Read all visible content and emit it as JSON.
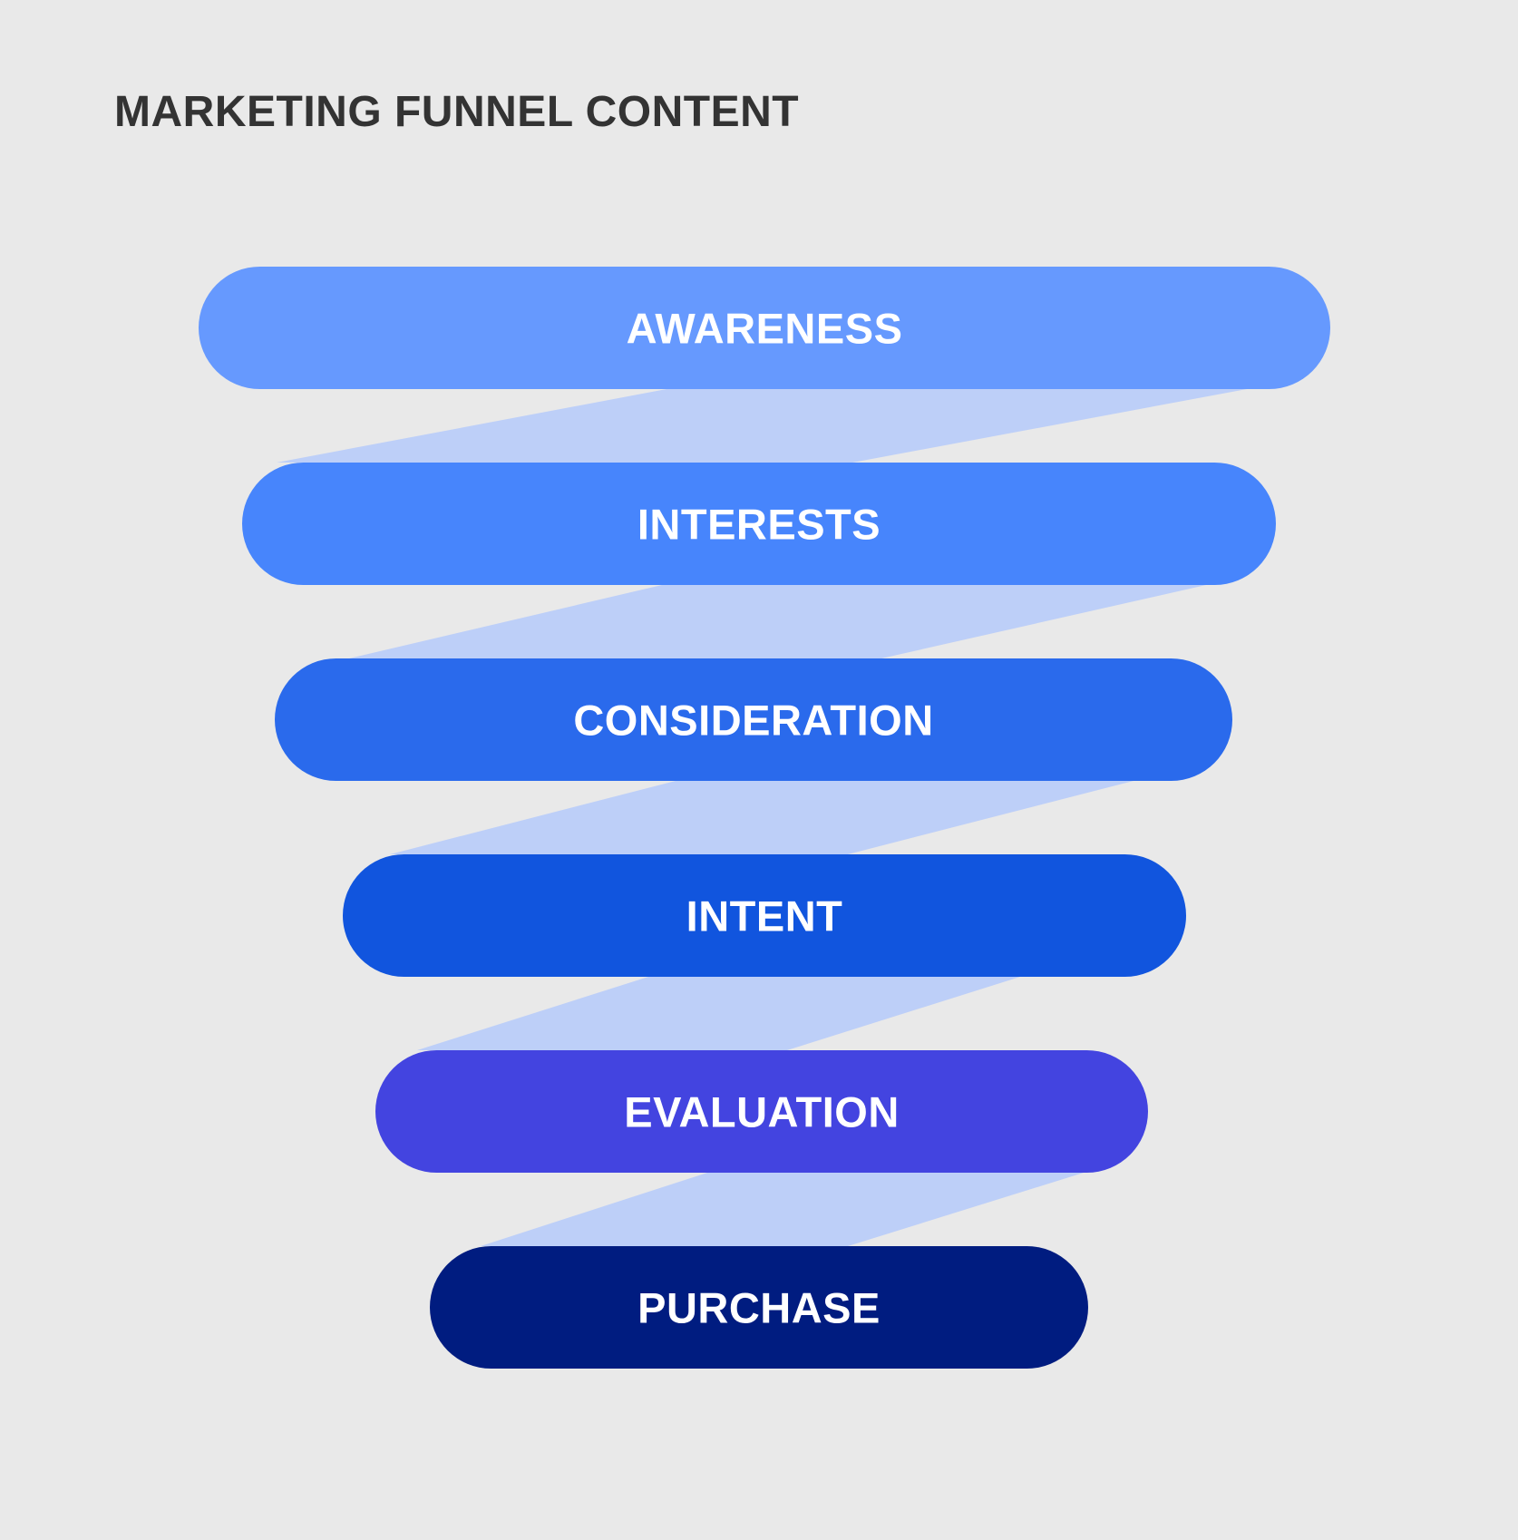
{
  "title": "MARKETING FUNNEL CONTENT",
  "colors": {
    "background": "#e9e9e9",
    "title": "#333333",
    "connector": "#bdcff8",
    "label": "#ffffff"
  },
  "stages": [
    {
      "label": "AWARENESS",
      "color": "#6699fe"
    },
    {
      "label": "INTERESTS",
      "color": "#4785fc"
    },
    {
      "label": "CONSIDERATION",
      "color": "#2a6aec"
    },
    {
      "label": "INTENT",
      "color": "#1155de"
    },
    {
      "label": "EVALUATION",
      "color": "#4344e0"
    },
    {
      "label": "PURCHASE",
      "color": "#001c80"
    }
  ]
}
